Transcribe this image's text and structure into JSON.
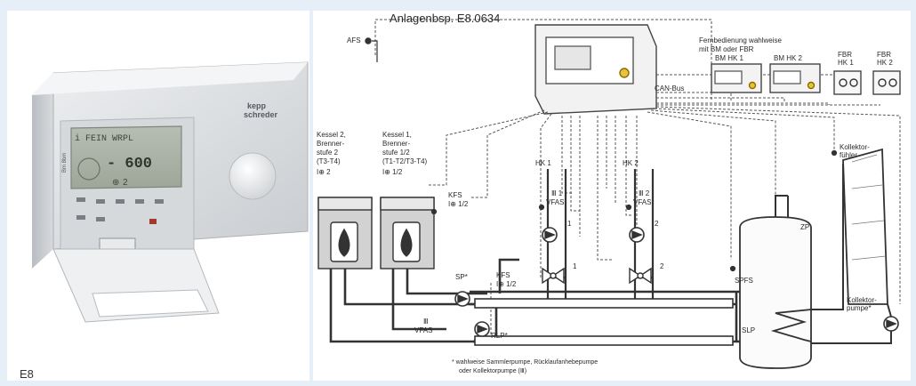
{
  "caption": "E8",
  "controller": {
    "brand_line1": "kepp",
    "brand_line2": "schreder",
    "display_top": "i FEIN WRPL",
    "display_value": "- 600",
    "side_label": "Bm 8bm",
    "display_symbol": "⊕",
    "display_symbol_num": "2"
  },
  "diagram": {
    "title": "Anlagenbsp. E8.0634",
    "afs": "AFS",
    "remote_note_line1": "Fernbedienung wahlweise",
    "remote_note_line2": "mit BM oder FBR",
    "bm_hk1": "BM  HK 1",
    "bm_hk2": "BM  HK 2",
    "fbr_hk1_line1": "FBR",
    "fbr_hk1_line2": "HK 1",
    "fbr_hk2_line1": "FBR",
    "fbr_hk2_line2": "HK 2",
    "canbus": "CAN-Bus",
    "boiler2_lines": [
      "Kessel 2,",
      "Brenner-",
      "stufe 2",
      "(T3-T4)",
      "I⊕ 2"
    ],
    "boiler1_lines": [
      "Kessel 1,",
      "Brenner-",
      "stufe 1/2",
      "(T1-T2/T3-T4)",
      "I⊕ 1/2"
    ],
    "kfs_top_line1": "KFS",
    "kfs_top_line2": "I⊕ 1/2",
    "kfs_mid_line1": "KFS",
    "kfs_mid_line2": "I⊕ 1/2",
    "hk1": "HK 1",
    "hk2": "HK 2",
    "hk1_vfas_line1": "Ⅲ 1",
    "hk1_vfas_line2": "VFAS",
    "hk2_vfas_line1": "Ⅲ 2",
    "hk2_vfas_line2": "VFAS",
    "hk1_pump_num": "1",
    "hk2_pump_num": "2",
    "hk1_mixer_num": "1",
    "hk2_mixer_num": "2",
    "sp": "SP*",
    "rlp": "RLP*",
    "vfas_bottom_line1": "Ⅲ",
    "vfas_bottom_line2": "VFAS",
    "spfs": "SPFS",
    "slp": "SLP",
    "zp": "ZP",
    "kollektor_fuehler_line1": "Kollektor-",
    "kollektor_fuehler_line2": "fühler",
    "kollektorpumpe_line1": "Kollektor-",
    "kollektorpumpe_line2": "pumpe*",
    "footnote_line1": "* wahlweise Sammlerpumpe, Rücklaufanhebepumpe",
    "footnote_line2": "oder Kollektorpumpe  (Ⅲ)"
  }
}
